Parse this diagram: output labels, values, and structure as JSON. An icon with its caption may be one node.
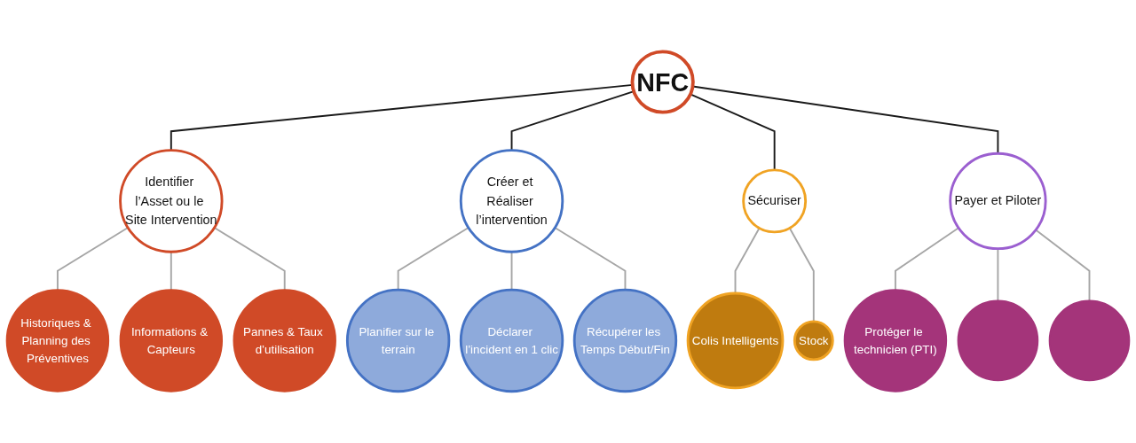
{
  "diagram": {
    "nodes": [
      {
        "text": [
          "NFC"
        ]
      },
      {
        "text": [
          "Identifier l’Asset ou le Site Intervention"
        ]
      },
      {
        "text": [
          "Historiques & Planning des Préventives"
        ]
      },
      {
        "text": [
          "Informations & Capteurs"
        ]
      },
      {
        "text": [
          "Pannes & Taux d’utilisation"
        ]
      },
      {
        "text": [
          "Créer et Réaliser l’intervention"
        ]
      },
      {
        "text": [
          "Planifier sur le terrain"
        ]
      },
      {
        "text": [
          "Déclarer l’incident en 1 clic"
        ]
      },
      {
        "text": [
          "Récupérer les Temps Début/Fin"
        ]
      },
      {
        "text": [
          "Sécuriser"
        ]
      },
      {
        "text": [
          "Colis Intelligents"
        ]
      },
      {
        "text": [
          "Stock"
        ]
      },
      {
        "text": [
          "Payer et Piloter"
        ]
      },
      {
        "text": [
          "Protéger le technicien (PTI)"
        ]
      },
      {
        "text": [],
        "shape": "circle"
      },
      {
        "text": [],
        "shape": "circle"
      }
    ],
    "edges": [
      {
        "from": 0,
        "to": 1,
        "arrow": "none",
        "color": "#1a1a1a"
      },
      {
        "from": 0,
        "to": 5,
        "arrow": "none",
        "color": "#1a1a1a"
      },
      {
        "from": 0,
        "to": 9,
        "arrow": "none",
        "color": "#1a1a1a"
      },
      {
        "from": 0,
        "to": 12,
        "arrow": "none",
        "color": "#1a1a1a"
      },
      {
        "from": 1,
        "to": 2,
        "arrow": "none"
      },
      {
        "from": 1,
        "to": 3,
        "arrow": "none"
      },
      {
        "from": 1,
        "to": 4,
        "arrow": "none"
      },
      {
        "from": 5,
        "to": 6,
        "arrow": "none"
      },
      {
        "from": 5,
        "to": 7,
        "arrow": "none"
      },
      {
        "from": 5,
        "to": 8,
        "arrow": "none"
      },
      {
        "from": 9,
        "to": 10,
        "arrow": "none"
      },
      {
        "from": 9,
        "to": 11,
        "arrow": "none"
      },
      {
        "from": 12,
        "to": 13,
        "arrow": "none"
      },
      {
        "from": 12,
        "to": 14,
        "arrow": "none"
      },
      {
        "from": 12,
        "to": 15,
        "arrow": "none"
      }
    ]
  }
}
